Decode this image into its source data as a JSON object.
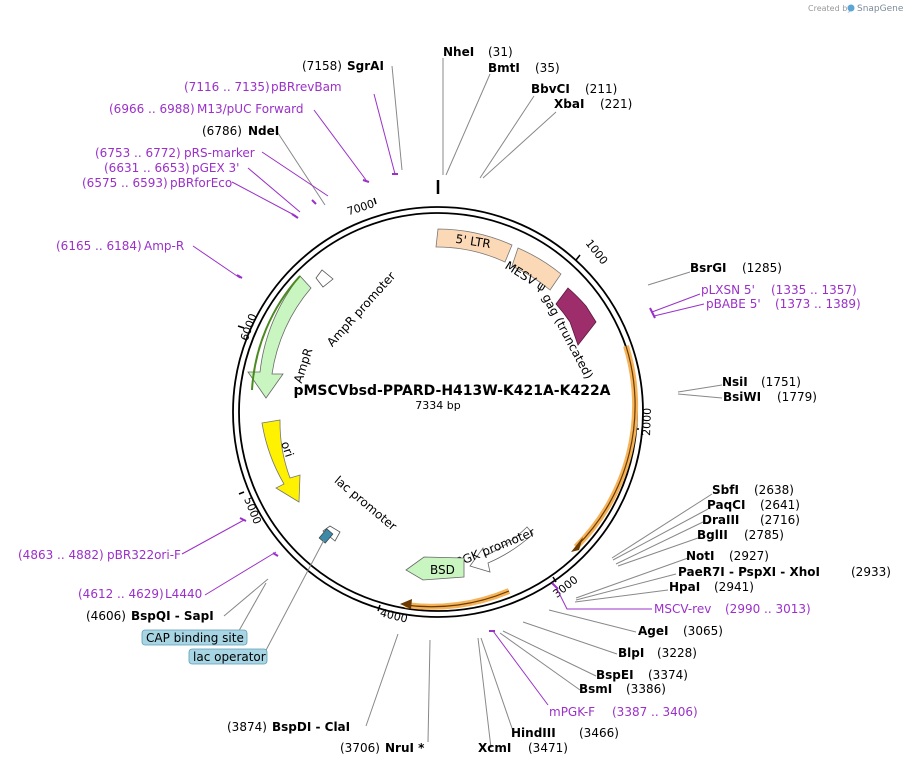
{
  "watermark": {
    "prefix": "Created by",
    "brand": "SnapGene"
  },
  "plasmid": {
    "name": "pMSCVbsd-PPARD-H413W-K421A-K422A",
    "length_label": "7334 bp",
    "length": 7334
  },
  "ticks": [
    "1000",
    "2000",
    "3000",
    "4000",
    "5000",
    "6000",
    "7000"
  ],
  "features": [
    {
      "label": "5' LTR"
    },
    {
      "label": "MESV ψ"
    },
    {
      "label": "gag (truncated)"
    },
    {
      "label": "PGK promoter"
    },
    {
      "label": "BSD"
    },
    {
      "label": "lac promoter"
    },
    {
      "label": "ori"
    },
    {
      "label": "AmpR"
    },
    {
      "label": "AmpR promoter"
    }
  ],
  "sites": [
    {
      "name": "NheI",
      "pos": "(31)"
    },
    {
      "name": "BmtI",
      "pos": "(35)"
    },
    {
      "name": "BbvCI",
      "pos": "(211)"
    },
    {
      "name": "XbaI",
      "pos": "(221)"
    },
    {
      "name": "BsrGI",
      "pos": "(1285)"
    },
    {
      "name": "NsiI",
      "pos": "(1751)"
    },
    {
      "name": "BsiWI",
      "pos": "(1779)"
    },
    {
      "name": "SbfI",
      "pos": "(2638)"
    },
    {
      "name": "PaqCI",
      "pos": "(2641)"
    },
    {
      "name": "DraIII",
      "pos": "(2716)"
    },
    {
      "name": "BglII",
      "pos": "(2785)"
    },
    {
      "name": "NotI",
      "pos": "(2927)"
    },
    {
      "name": "PaeR7I - PspXI - XhoI",
      "pos": "(2933)"
    },
    {
      "name": "HpaI",
      "pos": "(2941)"
    },
    {
      "name": "AgeI",
      "pos": "(3065)"
    },
    {
      "name": "BlpI",
      "pos": "(3228)"
    },
    {
      "name": "BspEI",
      "pos": "(3374)"
    },
    {
      "name": "BsmI",
      "pos": "(3386)"
    },
    {
      "name": "HindIII",
      "pos": "(3466)"
    },
    {
      "name": "XcmI",
      "pos": "(3471)"
    },
    {
      "name": "NruI *",
      "pos": "(3706)"
    },
    {
      "name": "BspDI - ClaI",
      "pos": "(3874)"
    },
    {
      "name": "BspQI - SapI",
      "pos": "(4606)"
    },
    {
      "name": "NdeI",
      "pos": "(6786)"
    },
    {
      "name": "SgrAI",
      "pos": "(7158)"
    }
  ],
  "primers": [
    {
      "name": "pLXSN 5'",
      "range": "(1335 .. 1357)"
    },
    {
      "name": "pBABE 5'",
      "range": "(1373 .. 1389)"
    },
    {
      "name": "MSCV-rev",
      "range": "(2990 .. 3013)"
    },
    {
      "name": "mPGK-F",
      "range": "(3387 .. 3406)"
    },
    {
      "name": "L4440",
      "range": "(4612 .. 4629)"
    },
    {
      "name": "pBR322ori-F",
      "range": "(4863 .. 4882)"
    },
    {
      "name": "Amp-R",
      "range": "(6165 .. 6184)"
    },
    {
      "name": "pBRforEco",
      "range": "(6575 .. 6593)"
    },
    {
      "name": "pGEX 3'",
      "range": "(6631 .. 6653)"
    },
    {
      "name": "pRS-marker",
      "range": "(6753 .. 6772)"
    },
    {
      "name": "M13/pUC Forward",
      "range": "(6966 .. 6988)"
    },
    {
      "name": "pBRrevBam",
      "range": "(7116 .. 7135)"
    }
  ],
  "boxed_features": [
    {
      "label": "CAP binding site"
    },
    {
      "label": "lac operator"
    }
  ],
  "colors": {
    "ltr": "#fcd9b6",
    "gag": "#9e2d6b",
    "orf_outline": "#f5b35a",
    "ori": "#fff200",
    "ampr": "#c9f5c1",
    "bsd": "#c9f5c1",
    "primer": "#9b30c9",
    "boxed": "#a7d5e3"
  }
}
